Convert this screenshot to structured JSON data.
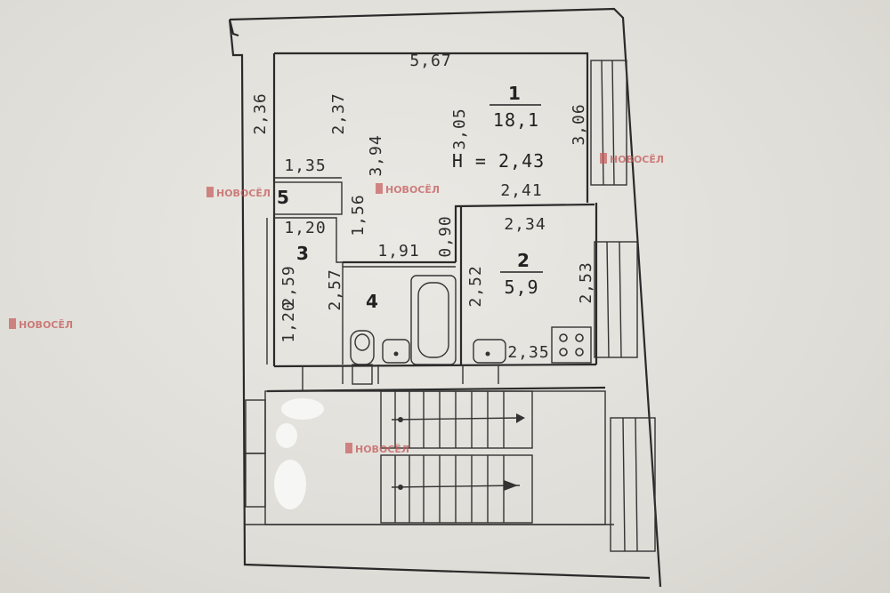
{
  "rooms": [
    {
      "number": "1",
      "area": "18,1"
    },
    {
      "number": "2",
      "area": "5,9"
    },
    {
      "number": "3"
    },
    {
      "number": "4"
    },
    {
      "number": "5"
    }
  ],
  "height_label": "H = 2,43",
  "dimensions": {
    "top_width": "5,67",
    "left_upper": "2,36",
    "left_upper_inner": "2,37",
    "room1_right_a": "3,05",
    "room1_right_b": "3,06",
    "center_vertical": "3,94",
    "room5_width": "1,35",
    "room5_height": "1,56",
    "room3_width": "1,20",
    "corridor_width": "1,91",
    "door_width": "0,90",
    "kitchen_top_a": "2,41",
    "kitchen_top_b": "2,34",
    "kitchen_left": "2,52",
    "kitchen_right": "2,53",
    "kitchen_bottom": "2,35",
    "room3_left": "2,59",
    "room3_right": "2,57",
    "room3_bottom": "1,20"
  },
  "watermark": {
    "text": "НОВОСЁЛ",
    "color": "#c45a5a"
  }
}
